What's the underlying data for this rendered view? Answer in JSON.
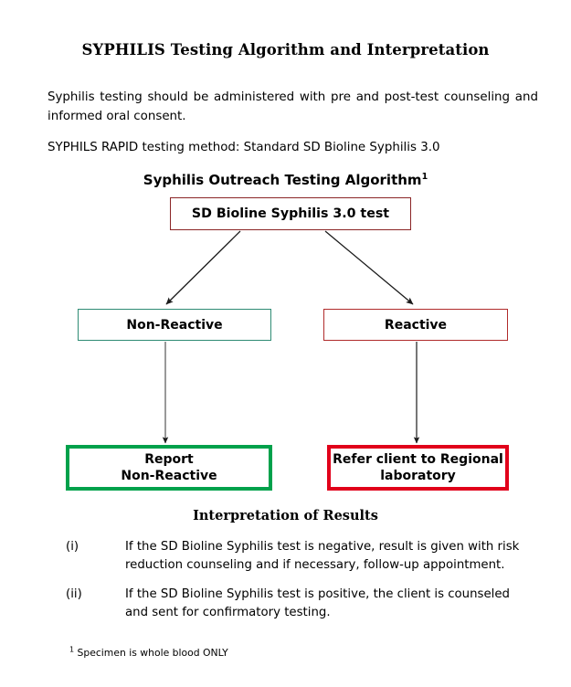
{
  "document": {
    "title": "SYPHILIS Testing Algorithm and Interpretation",
    "intro_paragraph": "Syphilis testing should be administered with pre and post-test counseling and informed oral consent.",
    "method_line": "SYPHILS RAPID testing method: Standard SD Bioline Syphilis 3.0",
    "footnote_marker": "1",
    "footnote_text": " Specimen is whole blood ONLY"
  },
  "algorithm": {
    "subtitle": "Syphilis Outreach Testing Algorithm",
    "subtitle_footnote_marker": "1",
    "boxes": {
      "test": {
        "label": "SD Bioline Syphilis 3.0 test",
        "border_color": "#8B2526"
      },
      "non_reactive": {
        "label": "Non-Reactive",
        "border_color": "#2E8B74"
      },
      "reactive": {
        "label": "Reactive",
        "border_color": "#B02B2B"
      },
      "report": {
        "line1": "Report",
        "line2": "Non-Reactive",
        "border_color": "#00A14B"
      },
      "refer": {
        "line1": "Refer client to Regional",
        "line2": "laboratory",
        "border_color": "#E1001A"
      }
    },
    "arrow_color": "#1A1A1A"
  },
  "interpretation": {
    "heading": "Interpretation of Results",
    "items": [
      {
        "marker": "(i)",
        "text": "If the SD Bioline Syphilis test is negative, result is given with risk reduction counseling and if necessary, follow-up appointment."
      },
      {
        "marker": "(ii)",
        "text": "If the SD Bioline Syphilis test is positive, the client is counseled and sent for confirmatory testing."
      }
    ]
  }
}
